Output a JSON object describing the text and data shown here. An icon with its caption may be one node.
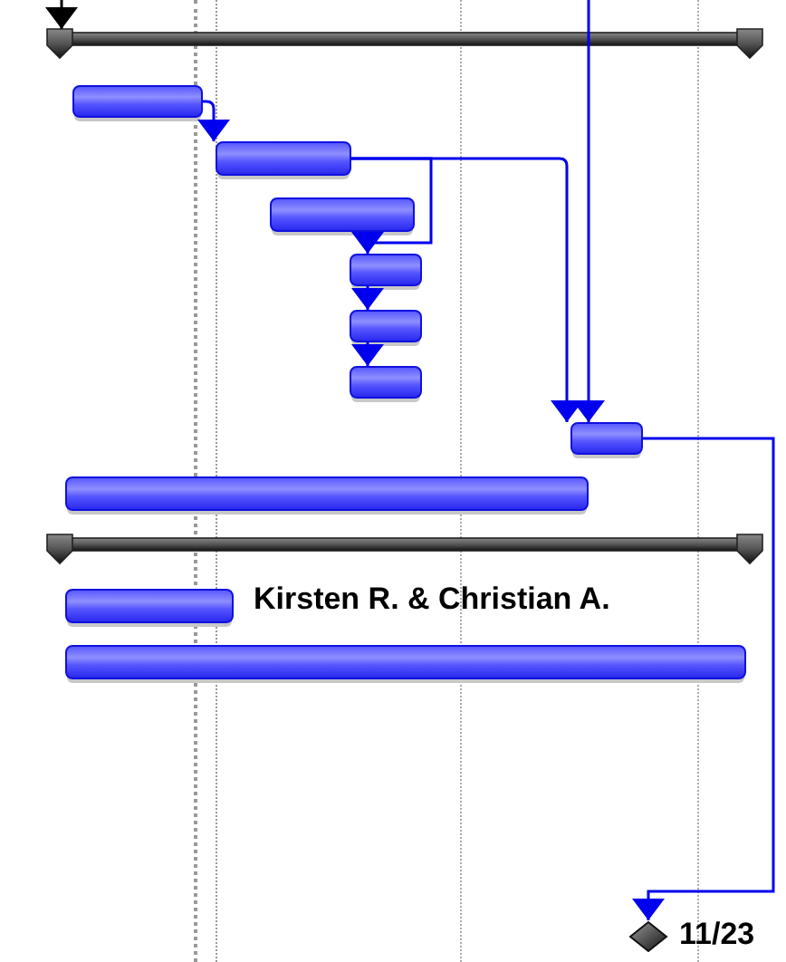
{
  "diagram": {
    "nodes": [
      {
        "text": [],
        "shape": "bar"
      },
      {
        "text": [],
        "shape": "bar"
      },
      {
        "text": [],
        "shape": "bar"
      },
      {
        "text": [],
        "shape": "bar"
      },
      {
        "text": [],
        "shape": "bar"
      },
      {
        "text": [],
        "shape": "bar"
      },
      {
        "text": [],
        "shape": "bar"
      },
      {
        "text": [],
        "shape": "bar"
      },
      {
        "text": [],
        "shape": "bar"
      },
      {
        "text": [],
        "shape": "bar"
      },
      {
        "text": [],
        "shape": "bar",
        "beside": [
          "Kirsten R. & Christian A."
        ]
      },
      {
        "text": [],
        "shape": "bar"
      },
      {
        "text": [],
        "shape": "diamond",
        "beside": [
          "11/23"
        ]
      }
    ],
    "edges": [
      {
        "from": null,
        "to": 0,
        "arrow": "to",
        "color": "#000000"
      },
      {
        "from": 1,
        "to": 2,
        "arrow": "to"
      },
      {
        "from": 2,
        "to": 7,
        "arrow": "to"
      },
      {
        "from": null,
        "to": 7,
        "arrow": "to"
      },
      {
        "from": 2,
        "to": 4,
        "arrow": "to"
      },
      {
        "from": 4,
        "to": 5,
        "arrow": "to"
      },
      {
        "from": 5,
        "to": 6,
        "arrow": "to"
      },
      {
        "from": 7,
        "to": 12,
        "arrow": "to"
      }
    ]
  }
}
